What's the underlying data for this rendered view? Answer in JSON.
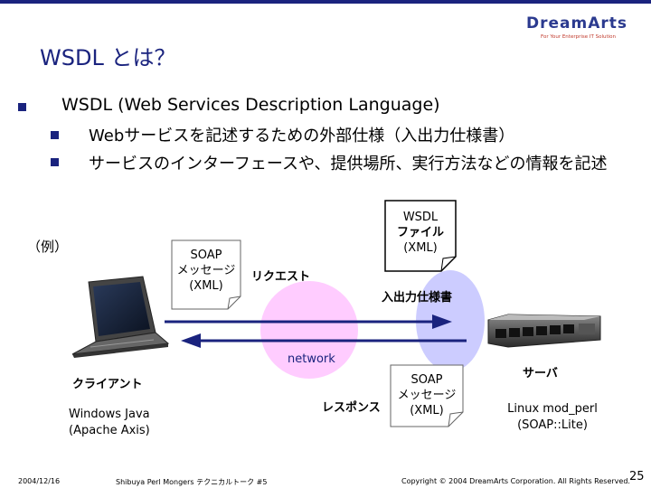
{
  "header": {
    "logo_text": "DreamArts",
    "logo_tagline": "For Your Enterprise IT Solution",
    "title": "WSDL とは？"
  },
  "bullets": {
    "main": "WSDL (Web Services Description Language)",
    "sub1": "Webサービスを記述するための外部仕様（入出力仕様書）",
    "sub2": "サービスのインターフェースや、提供場所、実行方法などの情報を記述"
  },
  "diagram": {
    "example_label": "（例）",
    "wsdl_file": [
      "WSDL",
      "ファイル",
      "(XML)"
    ],
    "soap_request_note": [
      "SOAP",
      "メッセージ",
      "(XML)"
    ],
    "soap_response_note": [
      "SOAP",
      "メッセージ",
      "(XML)"
    ],
    "request_label": "リクエスト",
    "response_label": "レスポンス",
    "spec_label": "入出力仕様書",
    "network_label": "network",
    "client_label": "クライアント",
    "client_stack": [
      "Windows Java",
      "(Apache Axis)"
    ],
    "server_label": "サーバ",
    "server_stack": [
      "Linux mod_perl",
      "(SOAP::Lite)"
    ],
    "colors": {
      "network_circle": "#ffccff",
      "server_circle": "#ccccff",
      "accent": "#1a237e"
    }
  },
  "footer": {
    "date": "2004/12/16",
    "event": "Shibuya Perl Mongers テクニカルトーク #5",
    "copyright": "Copyright © 2004 DreamArts Corporation. All Rights Reserved.",
    "page": "25"
  }
}
